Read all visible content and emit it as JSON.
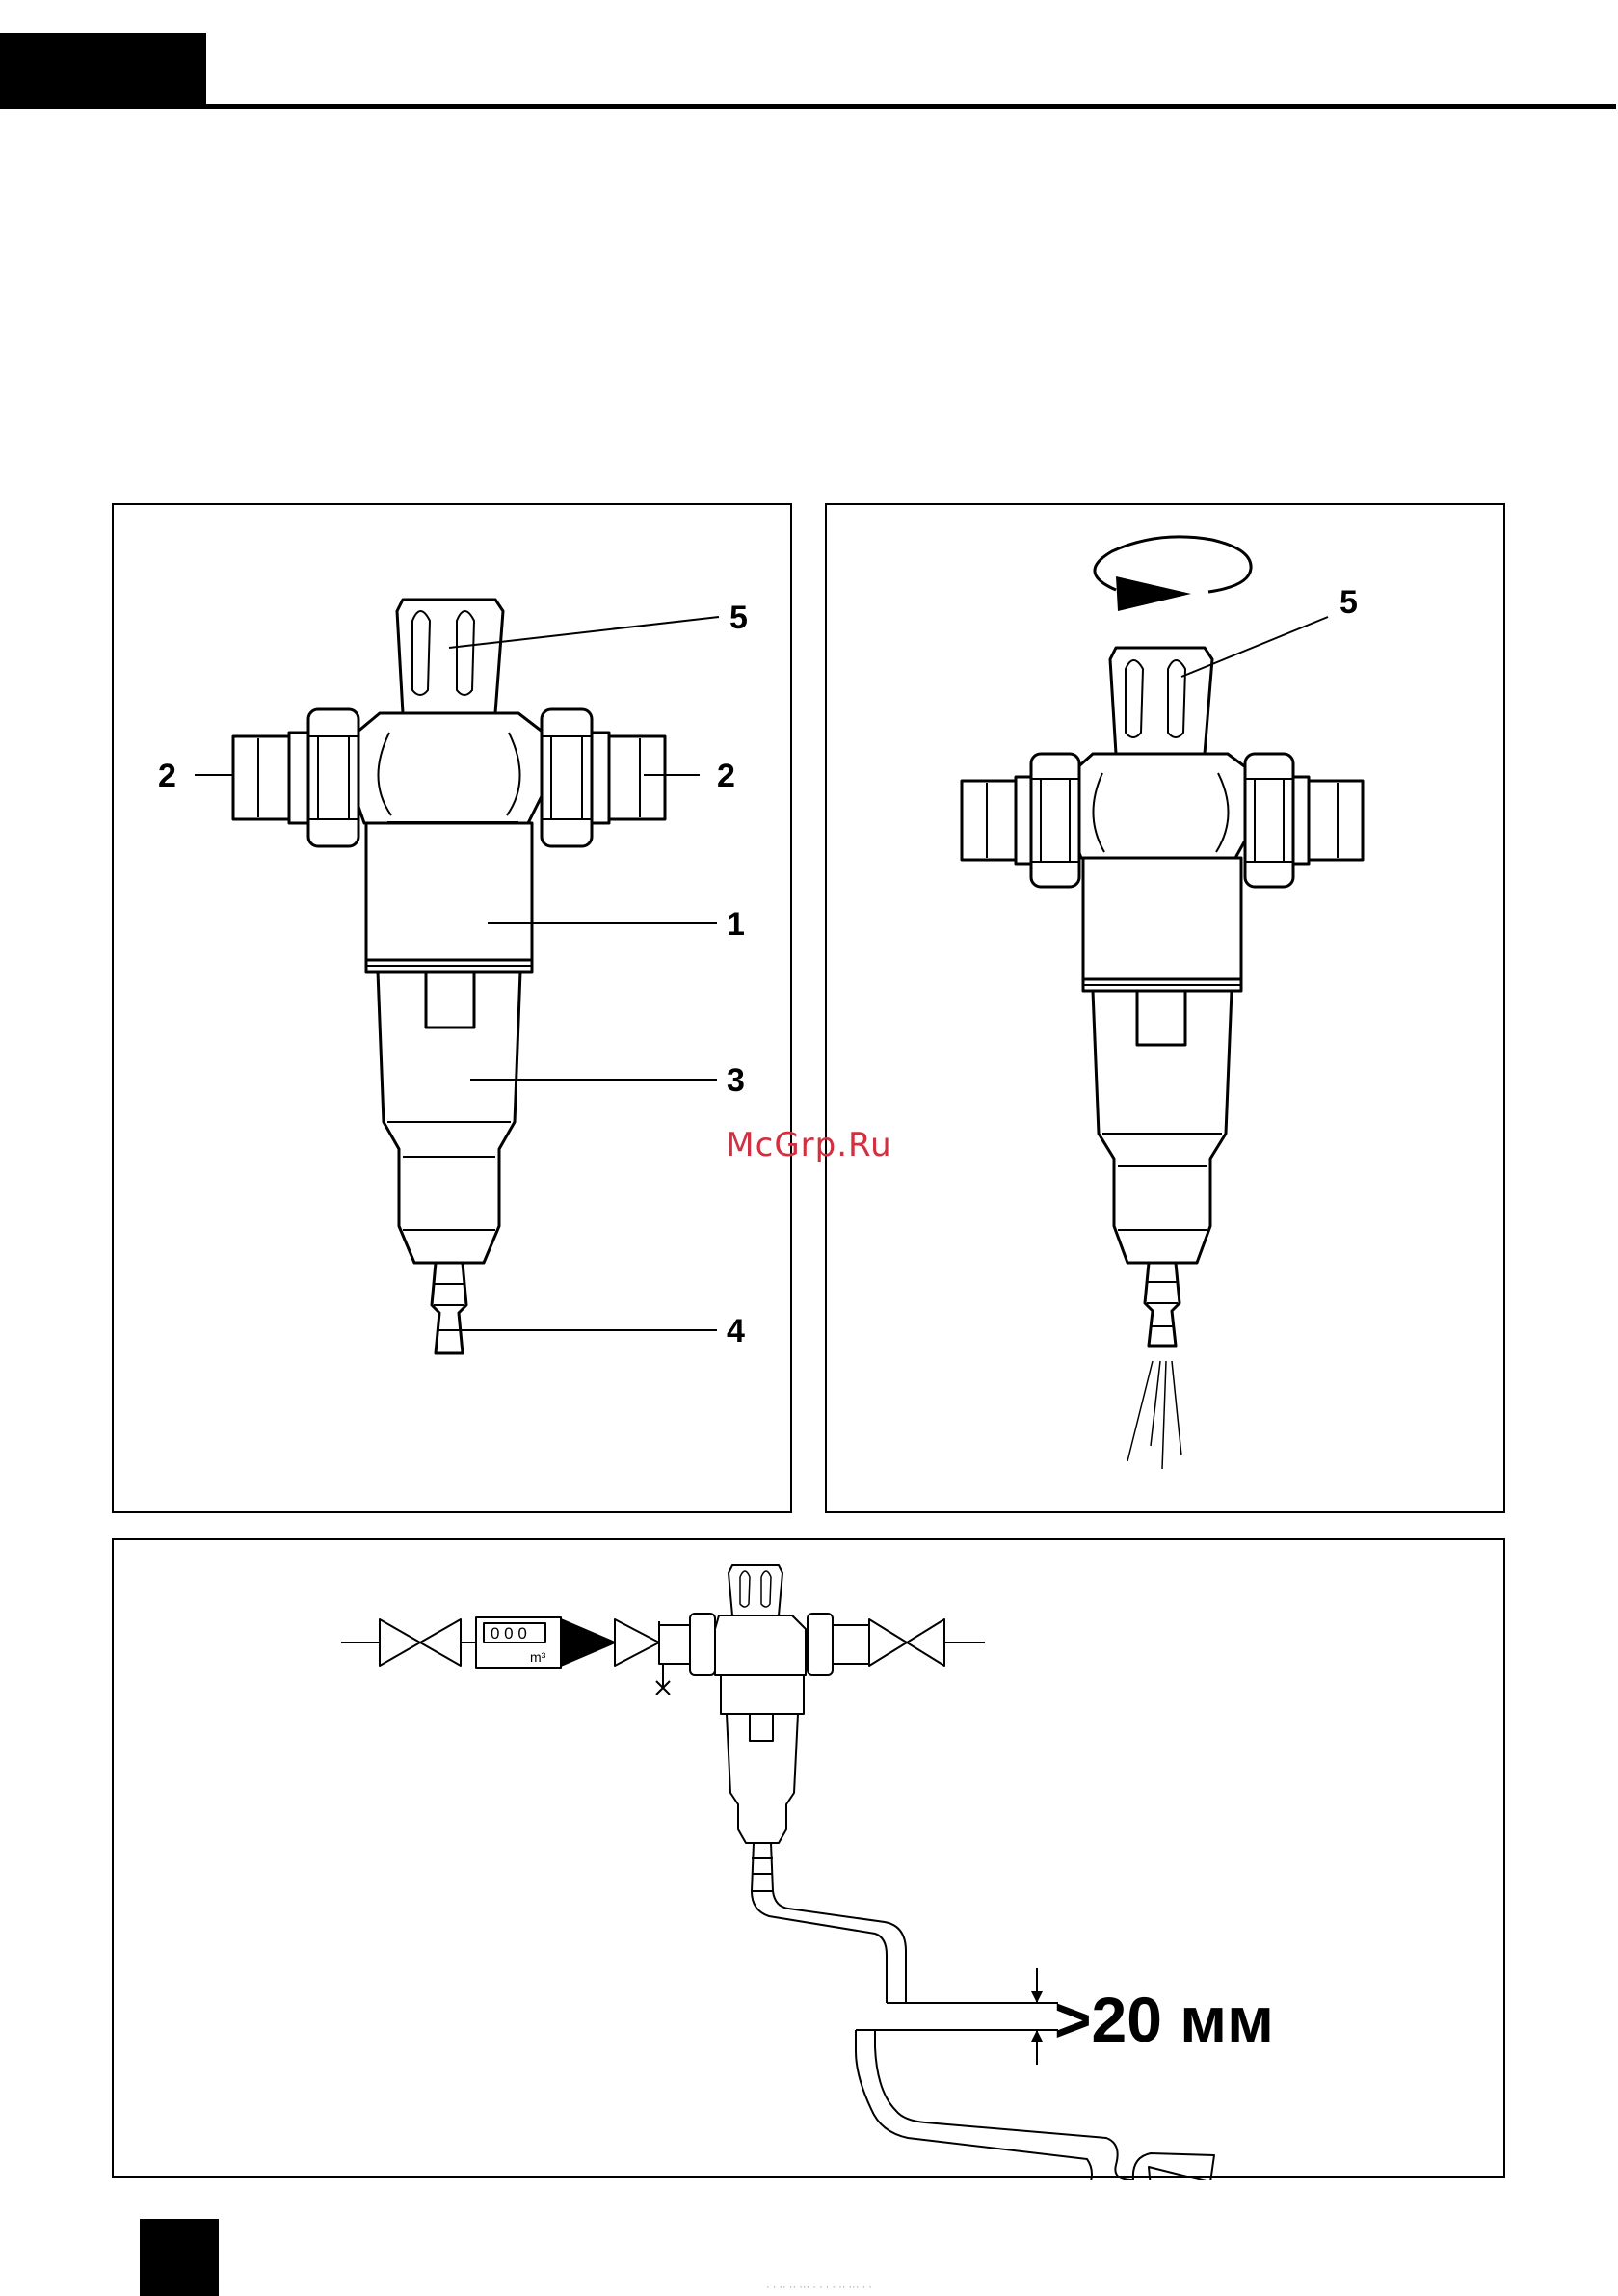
{
  "figure_a": {
    "callouts": {
      "c1": "1",
      "c2_left": "2",
      "c2_right": "2",
      "c3": "3",
      "c4": "4",
      "c5": "5"
    }
  },
  "figure_b": {
    "callouts": {
      "c5": "5"
    }
  },
  "figure_c": {
    "meter_digits": "0 0 0",
    "meter_unit": "m³",
    "dimension_label": ">20  мм"
  },
  "watermark": "McGrp.Ru",
  "footer_note": "· · ·· ·· ··· · · · · ·· ··· · ·"
}
